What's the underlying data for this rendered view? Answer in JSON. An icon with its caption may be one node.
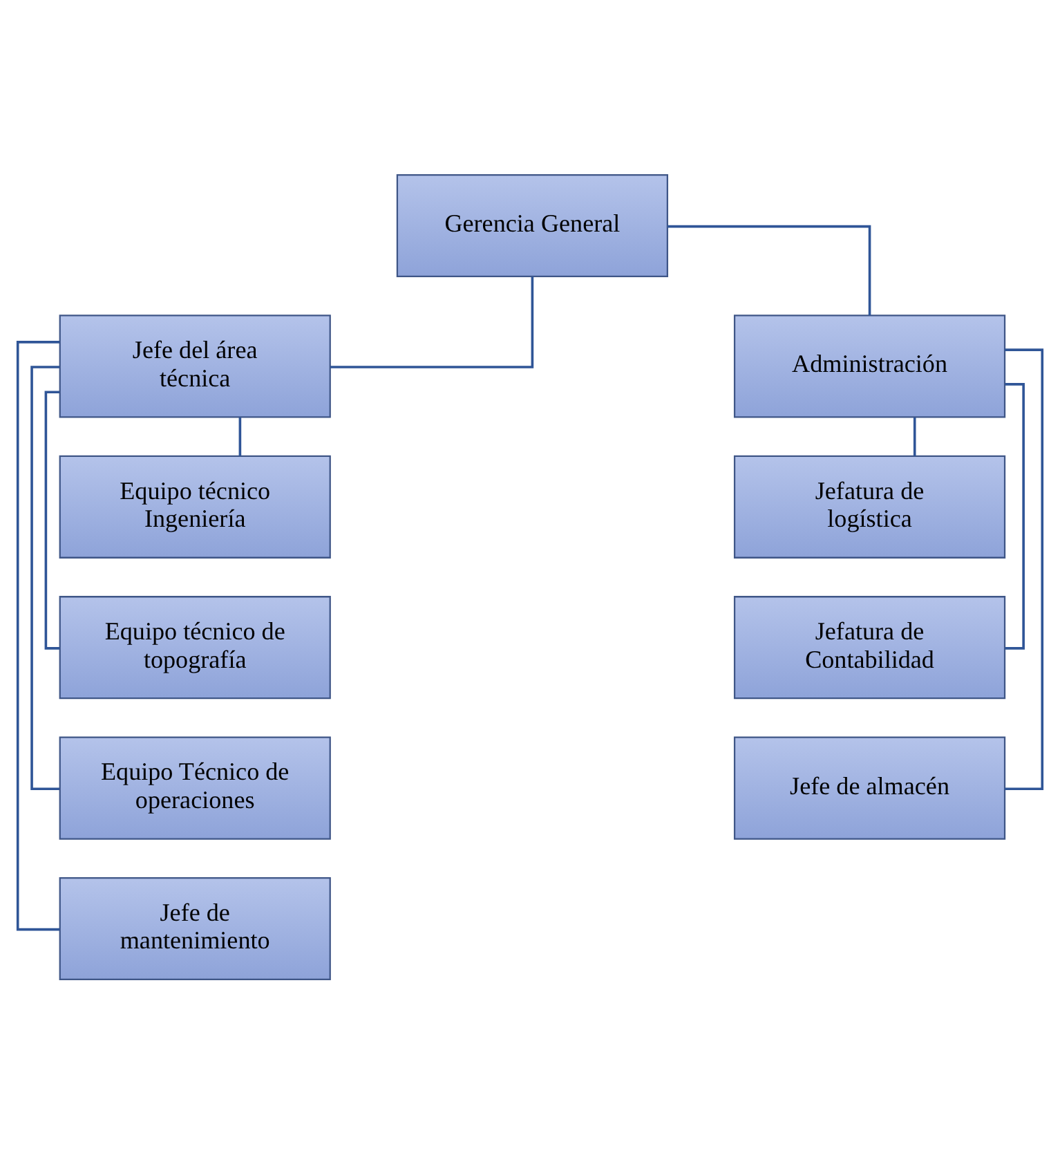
{
  "diagram": {
    "nodes": [
      {
        "text": [
          "Gerencia General"
        ]
      },
      {
        "text": [
          "Jefe del área técnica"
        ]
      },
      {
        "text": [
          "Administración"
        ]
      },
      {
        "text": [
          "Equipo técnico Ingeniería"
        ]
      },
      {
        "text": [
          "Equipo técnico de topografía"
        ]
      },
      {
        "text": [
          "Equipo Técnico de operaciones"
        ]
      },
      {
        "text": [
          "Jefe de mantenimiento"
        ]
      },
      {
        "text": [
          "Jefatura de logística"
        ]
      },
      {
        "text": [
          "Jefatura de Contabilidad"
        ]
      },
      {
        "text": [
          "Jefe de almacén"
        ]
      }
    ],
    "edges": [
      {
        "from": 0,
        "to": 1,
        "arrow": "none"
      },
      {
        "from": 0,
        "to": 2,
        "arrow": "none"
      },
      {
        "from": 1,
        "to": 3,
        "arrow": "none"
      },
      {
        "from": 1,
        "to": 4,
        "arrow": "none"
      },
      {
        "from": 1,
        "to": 5,
        "arrow": "none"
      },
      {
        "from": 1,
        "to": 6,
        "arrow": "none"
      },
      {
        "from": 2,
        "to": 7,
        "arrow": "none"
      },
      {
        "from": 2,
        "to": 8,
        "arrow": "none"
      },
      {
        "from": 2,
        "to": 9,
        "arrow": "none"
      }
    ]
  }
}
